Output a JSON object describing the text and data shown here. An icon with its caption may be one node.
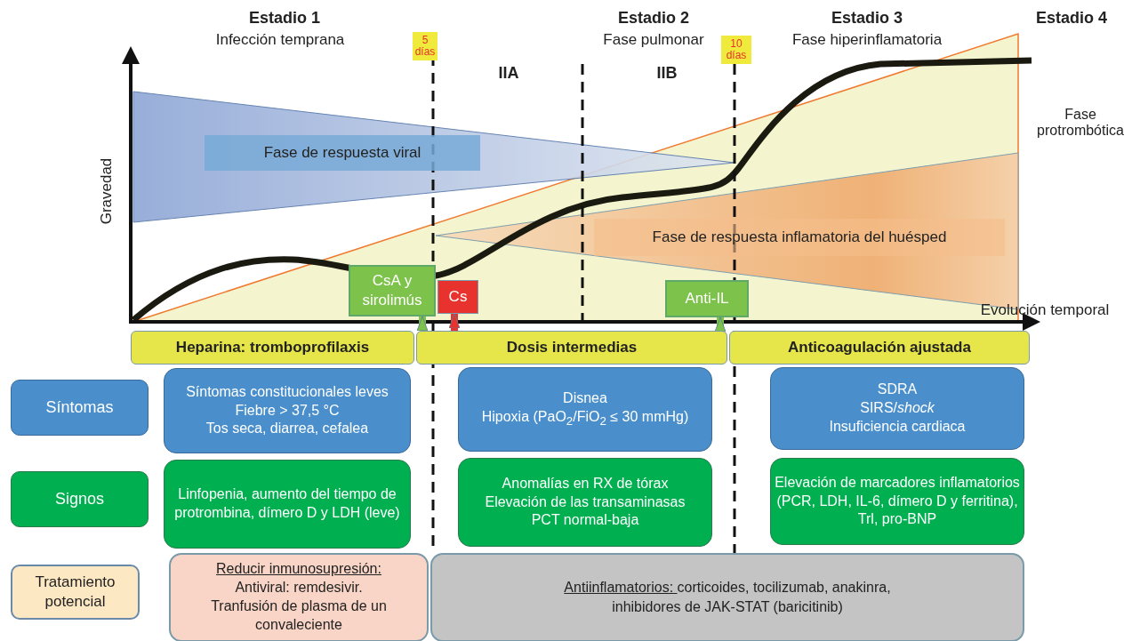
{
  "diagram": {
    "nodes": [
      {
        "text": [
          "5 días"
        ]
      },
      {
        "text": [
          "10 días"
        ]
      },
      {
        "text": [
          "Fase de respuesta viral"
        ]
      },
      {
        "text": [
          "Fase de respuesta inflamatoria del huésped"
        ]
      },
      {
        "text": [
          "CsA y sirolimús"
        ]
      },
      {
        "text": [
          "Cs"
        ]
      },
      {
        "text": [
          "Anti-IL"
        ]
      },
      {
        "text": [
          "Heparina: tromboprofilaxis"
        ]
      },
      {
        "text": [
          "Dosis intermedias"
        ]
      },
      {
        "text": [
          "Anticoagulación ajustada"
        ]
      },
      {
        "text": [
          "Síntomas"
        ]
      },
      {
        "text": [
          "Síntomas constitucionales leves",
          "Fiebre > 37,5 °C",
          "Tos seca, diarrea, cefalea"
        ]
      },
      {
        "text": [
          "Disnea",
          "Hipoxia (PaO$_{2}$/FiO$_{2}$ ≤ 30 mmHg)"
        ]
      },
      {
        "text": [
          "SDRA",
          "SIRS/*shock*",
          "Insuficiencia cardiaca"
        ]
      },
      {
        "text": [
          "Signos"
        ]
      },
      {
        "text": [
          "Linfopenia, aumento del tiempo de protrombina, dímero D y LDH (leve)"
        ]
      },
      {
        "text": [
          "Anomalías en RX de tórax",
          "Elevación de las transaminasas",
          "PCT normal-baja"
        ]
      },
      {
        "text": [
          "Elevación de marcadores inflamatorios (PCR, LDH, IL-6, dímero D y ferritina), Trl, pro-BNP"
        ]
      },
      {
        "text": [
          "Tratamiento potencial"
        ]
      },
      {
        "text": [
          "Reducir inmunosupresión:",
          "Antiviral: remdesivir.",
          "Tranfusión de plasma de un convaleciente"
        ]
      },
      {
        "text": [
          "Antiinflamatorios:",
          "corticoides, tocilizumab, anakinra, inhibidores de JAK-STAT (baricitinib)"
        ]
      }
    ],
    "edges": [
      {
        "from": 8,
        "to": 4,
        "arrow": "to"
      },
      {
        "from": 8,
        "to": 5,
        "arrow": "to",
        "color": "#e8322d"
      },
      {
        "from": 8,
        "to": 6,
        "arrow": "to"
      }
    ],
    "labels": [
      "Estadio 1",
      "Infección temprana",
      "Estadio 2",
      "Fase pulmonar",
      "Estadio 3",
      "Fase hiperinflamatoria",
      "Estadio 4",
      "IIA",
      "IIB",
      "Fase protrombótica",
      "Gravedad",
      "Evolución temporal"
    ]
  }
}
